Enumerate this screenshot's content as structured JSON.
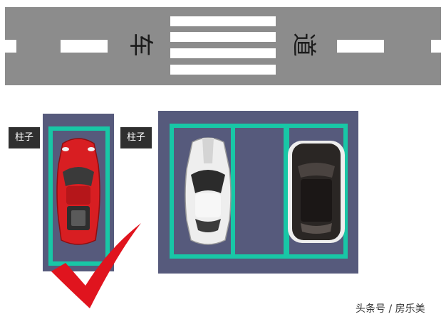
{
  "road": {
    "label_char_1": "车",
    "label_char_2": "道",
    "color": "#8c8c8c"
  },
  "pillars": [
    {
      "label": "柱子"
    },
    {
      "label": "柱子"
    }
  ],
  "colors": {
    "lot": "#565a7c",
    "stall_line": "#18c7a6",
    "checkmark": "#e0141e",
    "red_car": "#d81e22",
    "white_car": "#eeeeee",
    "black_car": "#2a2624"
  },
  "icons": {
    "checkmark": "checkmark-icon",
    "red_car": "red-sports-car",
    "white_car": "white-sports-car",
    "black_car": "black-suv"
  },
  "watermark": "头条号 / 房乐美"
}
